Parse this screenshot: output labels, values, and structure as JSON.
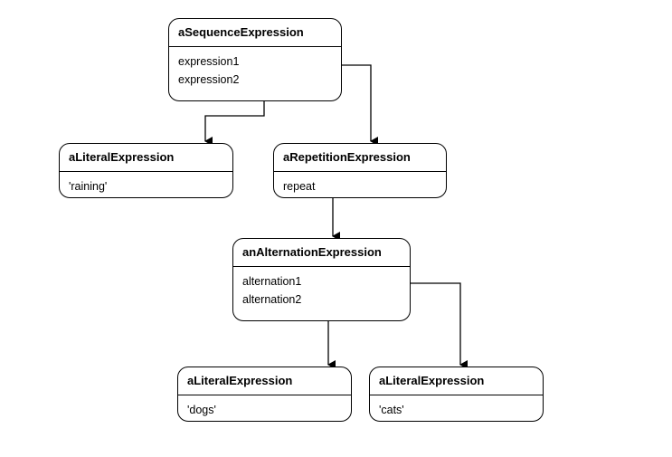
{
  "nodes": {
    "seq": {
      "title": "aSequenceExpression",
      "fields": [
        "expression1",
        "expression2"
      ]
    },
    "lit1": {
      "title": "aLiteralExpression",
      "fields": [
        "'raining'"
      ]
    },
    "rep": {
      "title": "aRepetitionExpression",
      "fields": [
        "repeat"
      ]
    },
    "alt": {
      "title": "anAlternationExpression",
      "fields": [
        "alternation1",
        "alternation2"
      ]
    },
    "lit2": {
      "title": "aLiteralExpression",
      "fields": [
        "'dogs'"
      ]
    },
    "lit3": {
      "title": "aLiteralExpression",
      "fields": [
        "'cats'"
      ]
    }
  },
  "edges": [
    {
      "from": "seq.expression1",
      "to": "rep"
    },
    {
      "from": "seq.expression2",
      "to": "lit1"
    },
    {
      "from": "rep.repeat",
      "to": "alt"
    },
    {
      "from": "alt.alternation1",
      "to": "lit3"
    },
    {
      "from": "alt.alternation2",
      "to": "lit2"
    }
  ]
}
